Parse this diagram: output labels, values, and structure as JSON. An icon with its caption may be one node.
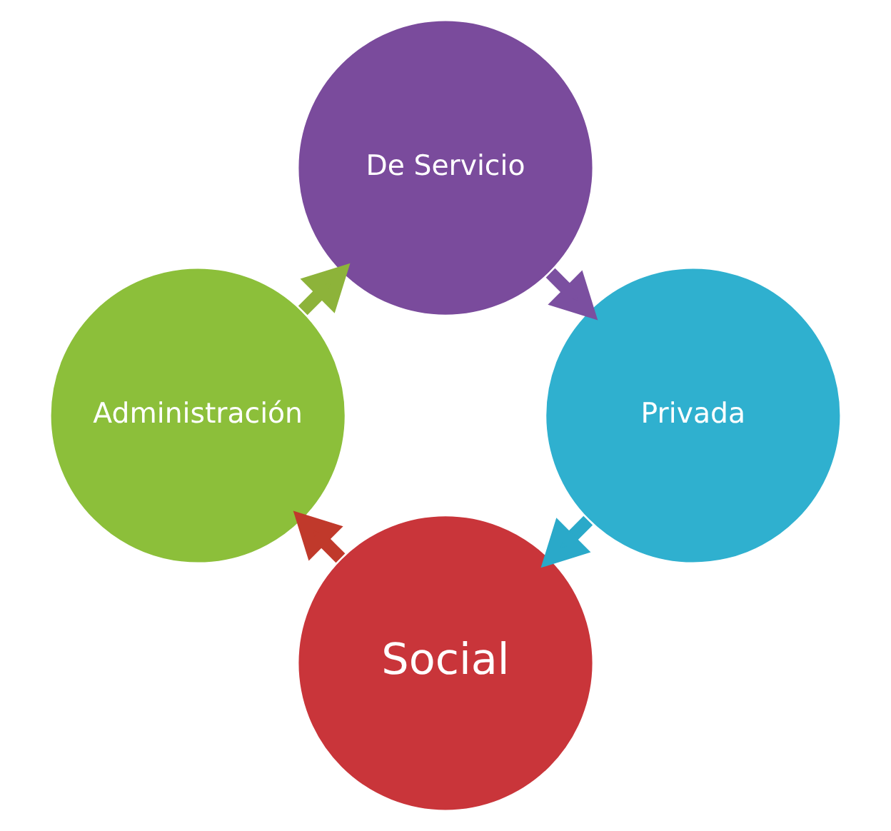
{
  "diagram": {
    "nodes": [
      {
        "text": [
          "Social"
        ]
      },
      {
        "text": [
          "Administración"
        ]
      },
      {
        "text": [
          "De Servicio"
        ]
      },
      {
        "text": [
          "Privada"
        ]
      }
    ],
    "edges": [
      {
        "from": 0,
        "to": 1,
        "arrow": "to",
        "color": "#c0392b"
      },
      {
        "from": 1,
        "to": 2,
        "arrow": "to",
        "color": "#8db33a"
      },
      {
        "from": 2,
        "to": 3,
        "arrow": "to",
        "color": "#7b4fa0"
      },
      {
        "from": 3,
        "to": 0,
        "arrow": "to",
        "color": "#2aa9c9"
      }
    ]
  }
}
